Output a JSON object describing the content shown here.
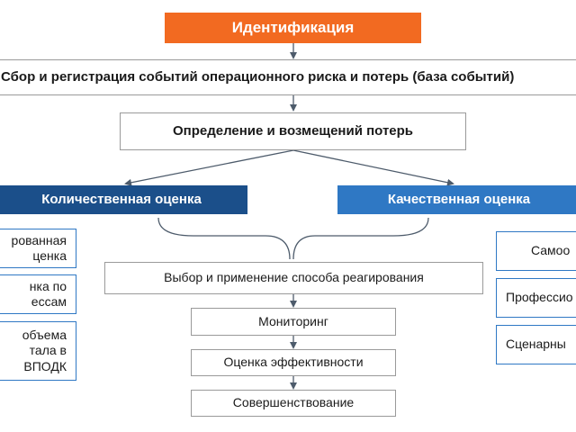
{
  "title": "Идентификация",
  "collection": "Сбор и регистрация событий операционного риска и потерь (база событий)",
  "determination": "Определение и возмещений потерь",
  "quantitative": "Количественная оценка",
  "qualitative": "Качественная оценка",
  "left_items": [
    "рованная\nценка",
    "нка по\nессам",
    "объема\nтала в\nВПОДК"
  ],
  "right_items": [
    "Самоо",
    "Профессио",
    "Сценарны"
  ],
  "response": "Выбор и применение способа реагирования",
  "monitoring": "Мониторинг",
  "efficiency": "Оценка эффективности",
  "improvement": "Совершенствование"
}
